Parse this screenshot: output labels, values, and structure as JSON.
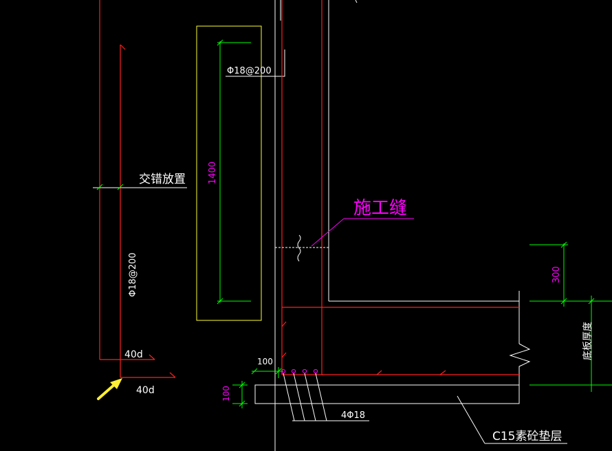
{
  "labels": {
    "stagger": "交错放置",
    "rebar_top": "Φ18@200",
    "rebar_left": "Φ18@200",
    "dim_1400": "1400",
    "construction_joint": "施工缝",
    "dim_300": "300",
    "slab_thickness": "底板厚度",
    "anchor_40d_upper": "40d",
    "anchor_40d_lower": "40d",
    "dim_100_h": "100",
    "dim_100_v": "100",
    "bars_4phi18": "4Φ18",
    "c15_cushion": "C15素砼垫层"
  },
  "colors": {
    "background": "#000000",
    "red": "#ff0000",
    "white": "#ffffff",
    "yellow": "#ffff33",
    "green": "#00ff00",
    "magenta": "#ff00ff",
    "arrow": "#ffee33"
  }
}
